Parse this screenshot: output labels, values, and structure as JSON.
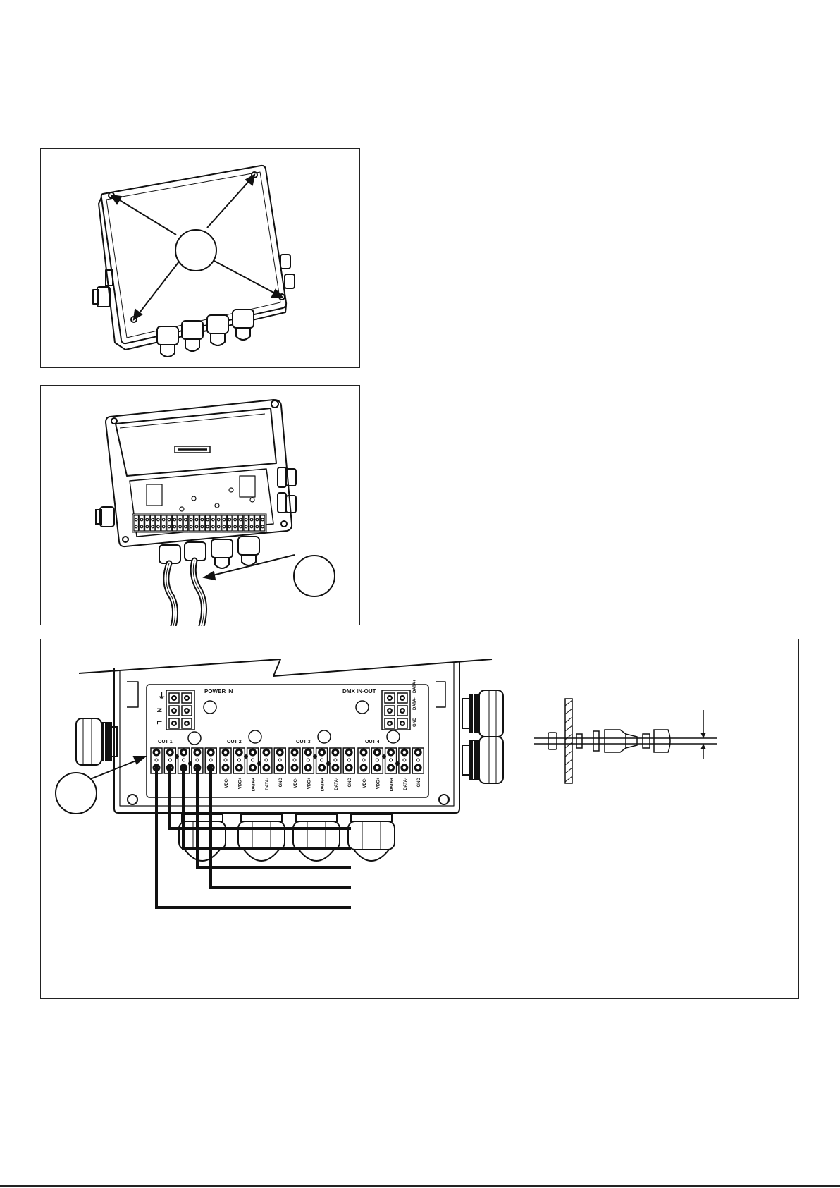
{
  "figure3": {
    "power_in_label": "POWER IN",
    "dmx_label": "DMX IN-OUT",
    "power_terminals": [
      "⏚",
      "N",
      "L"
    ],
    "dmx_terminals": [
      "DATA+",
      "DATA-",
      "GND"
    ],
    "outputs": [
      "OUT 1",
      "OUT 2",
      "OUT 3",
      "OUT 4"
    ],
    "terminal_labels": [
      "VDC-",
      "VDC+",
      "DATA+",
      "DATA-",
      "GND"
    ]
  },
  "colors": {
    "line": "#111111",
    "background": "#ffffff"
  }
}
